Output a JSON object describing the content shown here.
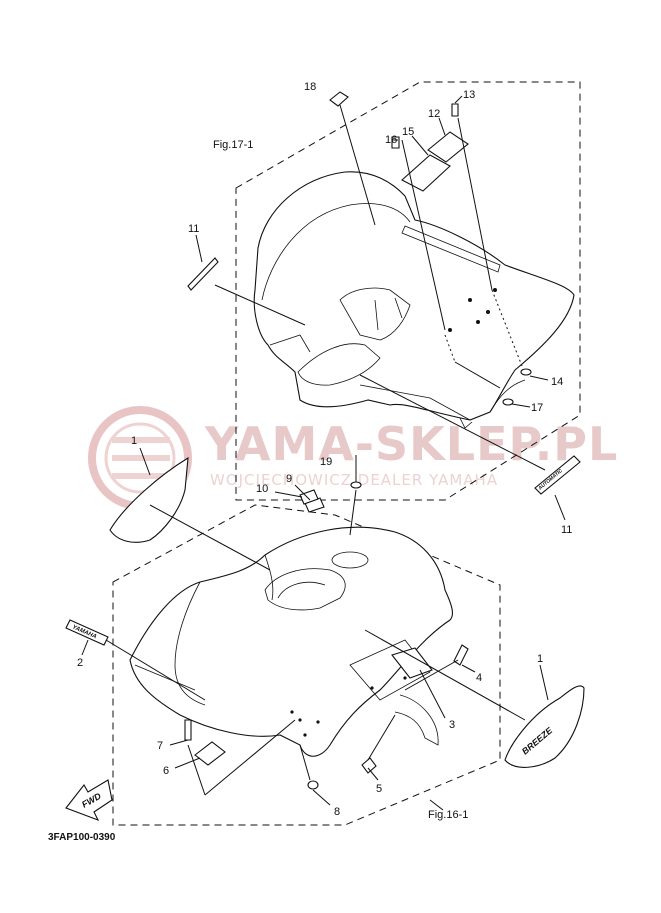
{
  "watermark": {
    "main": "YAMA-SKLEP.PL",
    "sub": "WOJCIECHOWICZ DEALER YAMAHA",
    "color": "#e7c9c9"
  },
  "figures": {
    "rear": "Fig.17-1",
    "front": "Fig.16-1"
  },
  "diagram_code": "3FAP100-0390",
  "fwd_label": "FWD",
  "decals": {
    "yamaha": "YAMAHA",
    "automatic": "AUTOMATIC",
    "breeze": "BREEZE"
  },
  "callouts": {
    "c1a": "1",
    "c1b": "1",
    "c2": "2",
    "c3": "3",
    "c4": "4",
    "c5": "5",
    "c6": "6",
    "c7": "7",
    "c8": "8",
    "c9": "9",
    "c10": "10",
    "c11a": "11",
    "c11b": "11",
    "c12": "12",
    "c13": "13",
    "c14": "14",
    "c15": "15",
    "c16": "16",
    "c17": "17",
    "c18": "18",
    "c19": "19"
  }
}
